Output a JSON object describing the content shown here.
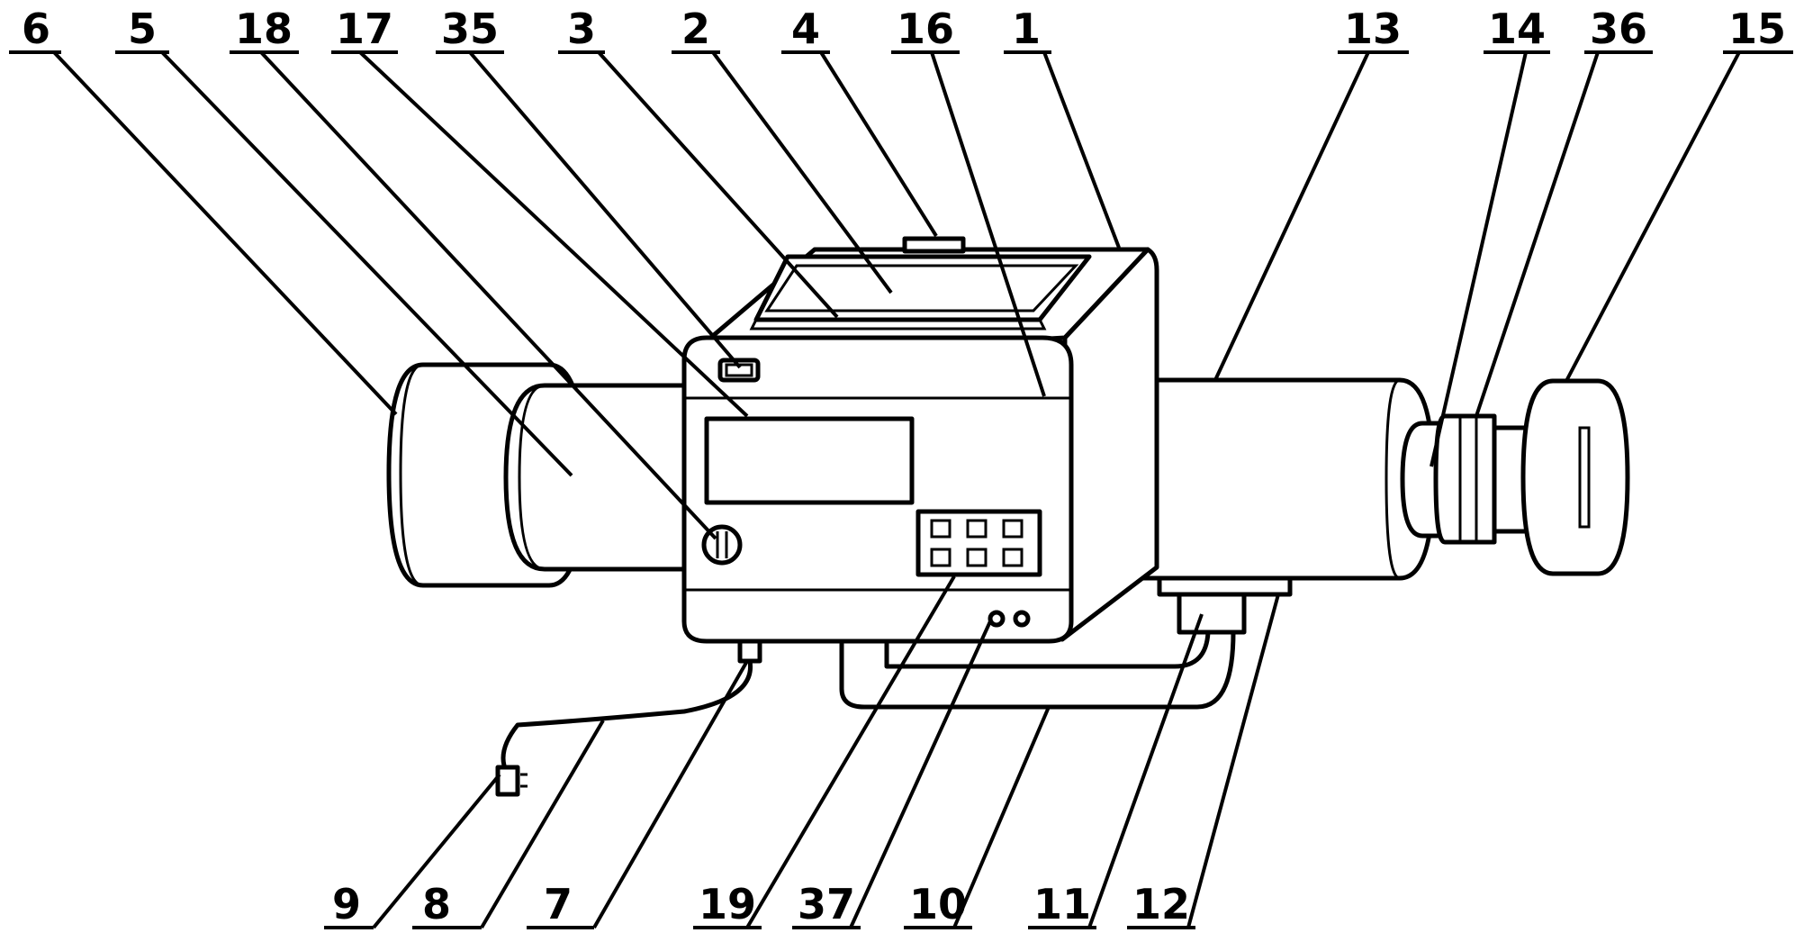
{
  "figure": {
    "labels": {
      "l1": "1",
      "l2": "2",
      "l3": "3",
      "l4": "4",
      "l5": "5",
      "l6": "6",
      "l7": "7",
      "l8": "8",
      "l9": "9",
      "l10": "10",
      "l11": "11",
      "l12": "12",
      "l13": "13",
      "l14": "14",
      "l15": "15",
      "l16": "16",
      "l17": "17",
      "l18": "18",
      "l19": "19",
      "l35": "35",
      "l36": "36",
      "l37": "37"
    }
  }
}
